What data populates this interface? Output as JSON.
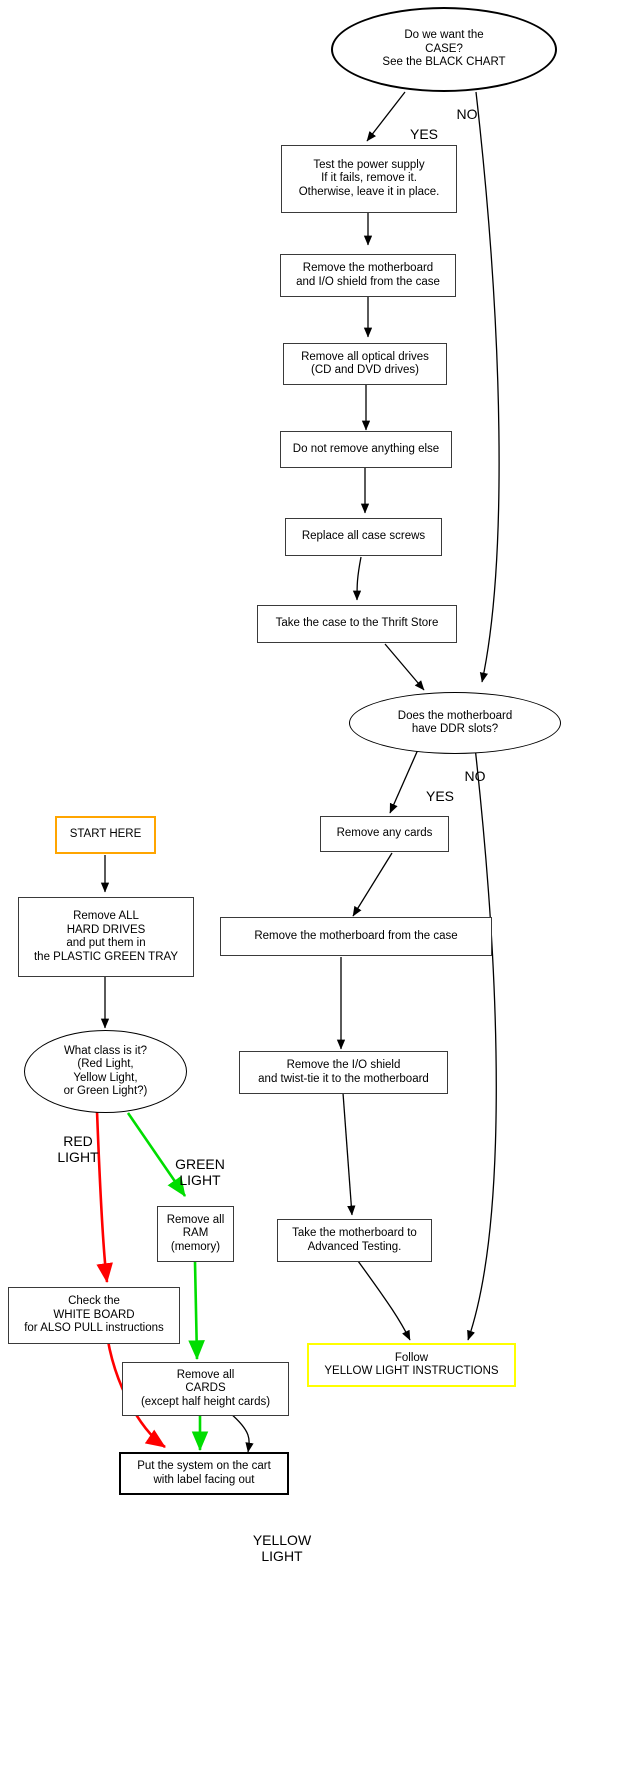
{
  "diagram": {
    "title": "Computer teardown triage flowchart",
    "colors": {
      "start_border": "#ffa500",
      "yellow_border": "#ffff00",
      "red_edge": "#ff0000",
      "green_edge": "#00dd00",
      "black_edge": "#000000",
      "node_border": "#3a3a3a",
      "background": "#ffffff"
    }
  },
  "nodes": {
    "case_question": "Do we want the\nCASE?\nSee the BLACK CHART",
    "test_power_supply": "Test the power supply\nIf it fails, remove it.\nOtherwise, leave it in place.",
    "remove_motherboard_io": "Remove the motherboard\nand I/O shield from the case",
    "remove_optical": "Remove all optical drives\n(CD and DVD drives)",
    "do_not_remove": "Do not remove anything else",
    "replace_screws": "Replace all case screws",
    "thrift_store": "Take the case to the Thrift Store",
    "ddr_question": "Does the motherboard\nhave DDR slots?",
    "remove_any_cards": "Remove any cards",
    "remove_mb_from_case": "Remove the motherboard from the case",
    "remove_io_shield": "Remove the I/O shield\nand twist-tie it to the motherboard",
    "advanced_testing": "Take the motherboard to\nAdvanced Testing.",
    "start_here": "START HERE",
    "remove_hard_drives": "Remove ALL\nHARD DRIVES\nand put them in\nthe PLASTIC GREEN TRAY",
    "class_question": "What class is it?\n(Red Light,\nYellow Light,\nor Green Light?)",
    "remove_ram": "Remove all\nRAM\n(memory)",
    "check_white_board": "Check the\nWHITE BOARD\nfor ALSO PULL instructions",
    "remove_cards": "Remove all\nCARDS\n(except half height cards)",
    "follow_yellow": "Follow\nYELLOW LIGHT INSTRUCTIONS",
    "put_on_cart": "Put the system on the cart\nwith label facing out"
  },
  "edge_labels": {
    "case_yes": "YES",
    "case_no": "NO",
    "ddr_yes": "YES",
    "ddr_no": "NO",
    "red_light": "RED\nLIGHT",
    "green_light": "GREEN\nLIGHT",
    "yellow_light": "YELLOW\nLIGHT"
  }
}
